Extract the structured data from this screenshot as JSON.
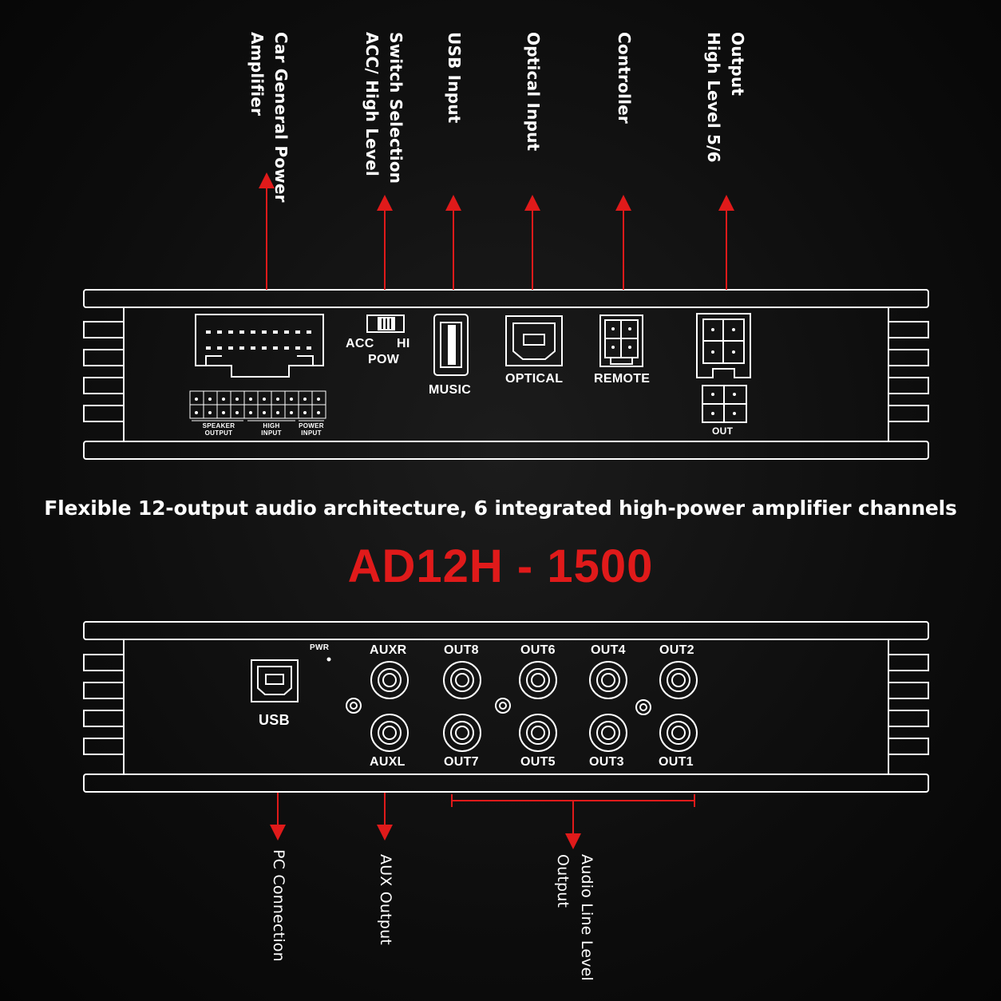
{
  "top_callouts": [
    {
      "lines": "Car General Power\nAmplifier"
    },
    {
      "lines": "Switch Selection\nACC/ High Level"
    },
    {
      "lines": "USB Input"
    },
    {
      "lines": "Optical Input"
    },
    {
      "lines": "Controller"
    },
    {
      "lines": "Output\nHigh Level 5/6"
    }
  ],
  "top_panel": {
    "switch_acc": "ACC",
    "switch_hi": "HI",
    "switch_pow": "POW",
    "music": "MUSIC",
    "optical": "OPTICAL",
    "remote": "REMOTE",
    "out": "OUT",
    "speaker_output": "SPEAKER\nOUTPUT",
    "high_input": "HIGH\nINPUT",
    "power_input": "POWER\nINPUT"
  },
  "subtitle": "Flexible 12-output audio architecture, 6 integrated high-power amplifier channels",
  "model": "AD12H - 1500",
  "bottom_panel": {
    "usb": "USB",
    "pwr": "PWR",
    "top_row": [
      "AUXR",
      "OUT8",
      "OUT6",
      "OUT4",
      "OUT2"
    ],
    "bottom_row": [
      "AUXL",
      "OUT7",
      "OUT5",
      "OUT3",
      "OUT1"
    ]
  },
  "bottom_callouts": [
    {
      "lines": "PC Connection"
    },
    {
      "lines": "AUX Output"
    },
    {
      "lines": "Audio Line Level\nOutput"
    }
  ],
  "colors": {
    "accent": "#e01a1a",
    "line": "#ffffff",
    "background": "#0d0d0d"
  }
}
